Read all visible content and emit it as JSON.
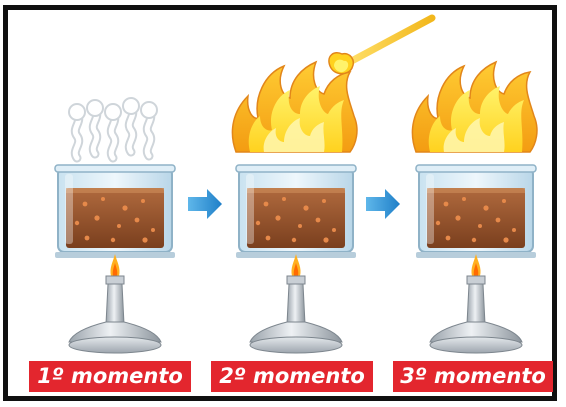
{
  "labels": [
    "1º momento",
    "2º momento",
    "3º momento"
  ]
}
